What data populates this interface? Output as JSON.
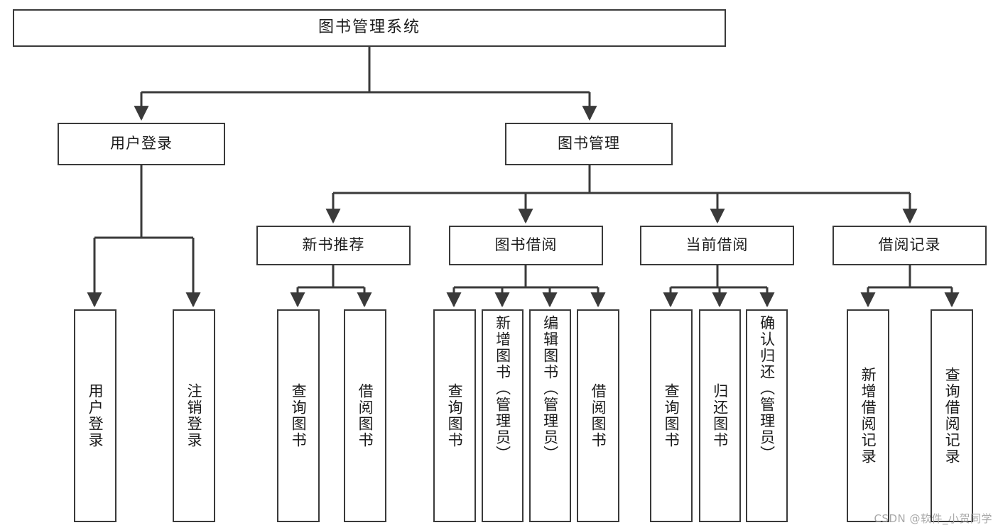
{
  "diagram": {
    "kind": "functional-structure-tree",
    "title": "图书管理系统",
    "watermark": "CSDN @软件_小贺同学",
    "colors": {
      "stroke": "#3a3a3a",
      "text": "#1b1b1b",
      "background": "#ffffff",
      "watermark": "#a9a9a9"
    },
    "levels": {
      "root": {
        "label": "图书管理系统"
      },
      "level2": [
        {
          "id": "user-login",
          "label": "用户登录"
        },
        {
          "id": "book-manage",
          "label": "图书管理"
        }
      ],
      "level3": [
        {
          "id": "new-book-recommend",
          "label": "新书推荐",
          "parent": "book-manage"
        },
        {
          "id": "book-borrow",
          "label": "图书借阅",
          "parent": "book-manage"
        },
        {
          "id": "current-borrow",
          "label": "当前借阅",
          "parent": "book-manage"
        },
        {
          "id": "borrow-record",
          "label": "借阅记录",
          "parent": "book-manage"
        }
      ],
      "leaves": [
        {
          "id": "leaf-user-login",
          "label": "用户登录",
          "parent": "user-login"
        },
        {
          "id": "leaf-logout-login",
          "label": "注销登录",
          "parent": "user-login"
        },
        {
          "id": "leaf-query-book-1",
          "label": "查询图书",
          "parent": "new-book-recommend"
        },
        {
          "id": "leaf-borrow-book-1",
          "label": "借阅图书",
          "parent": "new-book-recommend"
        },
        {
          "id": "leaf-query-book-2",
          "label": "查询图书",
          "parent": "book-borrow"
        },
        {
          "id": "leaf-add-book",
          "label": "新增图书（管理员）",
          "parent": "book-borrow"
        },
        {
          "id": "leaf-edit-book",
          "label": "编辑图书（管理员）",
          "parent": "book-borrow"
        },
        {
          "id": "leaf-borrow-book-2",
          "label": "借阅图书",
          "parent": "book-borrow"
        },
        {
          "id": "leaf-query-book-3",
          "label": "查询图书",
          "parent": "current-borrow"
        },
        {
          "id": "leaf-return-book",
          "label": "归还图书",
          "parent": "current-borrow"
        },
        {
          "id": "leaf-confirm-return",
          "label": "确认归还（管理员）",
          "parent": "current-borrow"
        },
        {
          "id": "leaf-add-record",
          "label": "新增借阅记录",
          "parent": "borrow-record"
        },
        {
          "id": "leaf-query-record",
          "label": "查询借阅记录",
          "parent": "borrow-record"
        }
      ]
    }
  }
}
